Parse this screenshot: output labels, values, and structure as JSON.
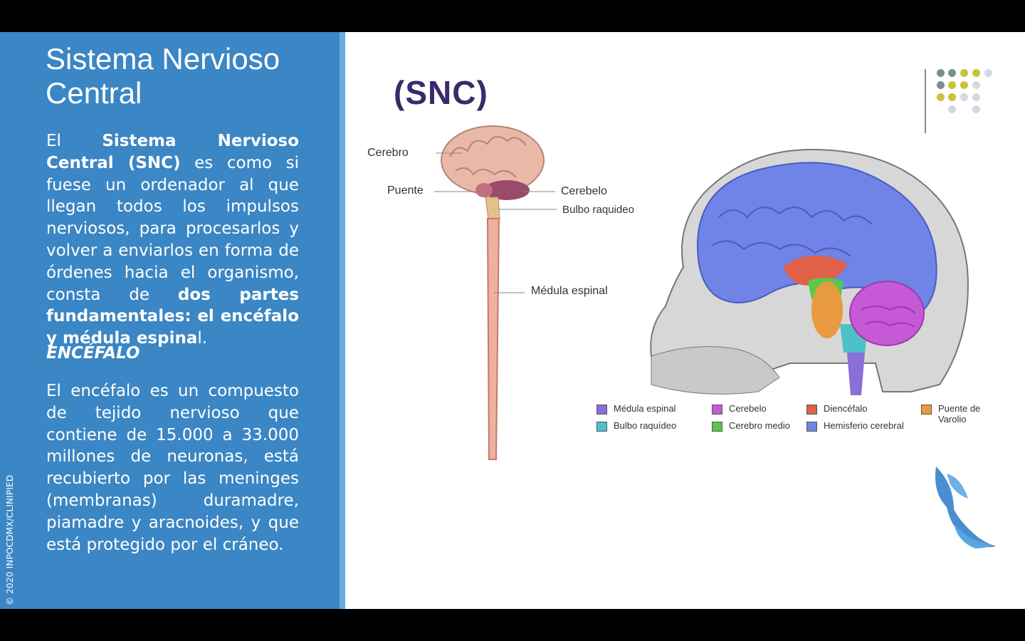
{
  "slide": {
    "title": "Sistema Nervioso Central",
    "paragraph1": [
      {
        "text": "El ",
        "bold": false
      },
      {
        "text": "Sistema Nervioso Central (SNC)",
        "bold": true
      },
      {
        "text": " es como si fuese un ordenador al que llegan todos los impulsos nerviosos, para procesarlos y volver a enviarlos en forma de órdenes hacia el organismo, consta de ",
        "bold": false
      },
      {
        "text": "dos partes fundamentales: el encéfalo y médula espina",
        "bold": true
      },
      {
        "text": "l.",
        "bold": false
      }
    ],
    "subheading": "ENCÉFALO",
    "paragraph2": "El encéfalo es un compuesto de tejido nervioso que contiene de 15.000 a 33.000 millones de neuronas, está recubierto por las meninges (membranas) duramadre, piamadre y aracnoides, y que está protegido por el cráneo.",
    "copyright": "© 2020 INPOCDMX/CLINIPIED"
  },
  "figure": {
    "heading": "(SNC)",
    "left_labels": {
      "cerebro": "Cerebro",
      "puente": "Puente",
      "cerebelo": "Cerebelo",
      "bulbo": "Bulbo raquideo",
      "medula": "Médula espinal"
    },
    "legend": [
      {
        "label": "Médula espinal",
        "color": "#8a6fd8"
      },
      {
        "label": "Bulbo raquídeo",
        "color": "#4fc0c8"
      },
      {
        "label": "Cerebelo",
        "color": "#c65ad6"
      },
      {
        "label": "Cerebro medio",
        "color": "#5ac84a"
      },
      {
        "label": "Diencéfalo",
        "color": "#e06048"
      },
      {
        "label": "Hemisferio cerebral",
        "color": "#6f84e6"
      },
      {
        "label": "Puente de Varolio",
        "color": "#e89a40"
      }
    ]
  },
  "colors": {
    "panel": "#3b86c4",
    "panel_edge": "#67aee0",
    "heading": "#3b2a6b",
    "dot_gray": "#7a8f8e",
    "dot_olive": "#c7c43a",
    "dot_light": "#d6d7e3"
  },
  "logo_icon": "winged-emblem-icon",
  "decoration_icon": "dot-grid-icon"
}
